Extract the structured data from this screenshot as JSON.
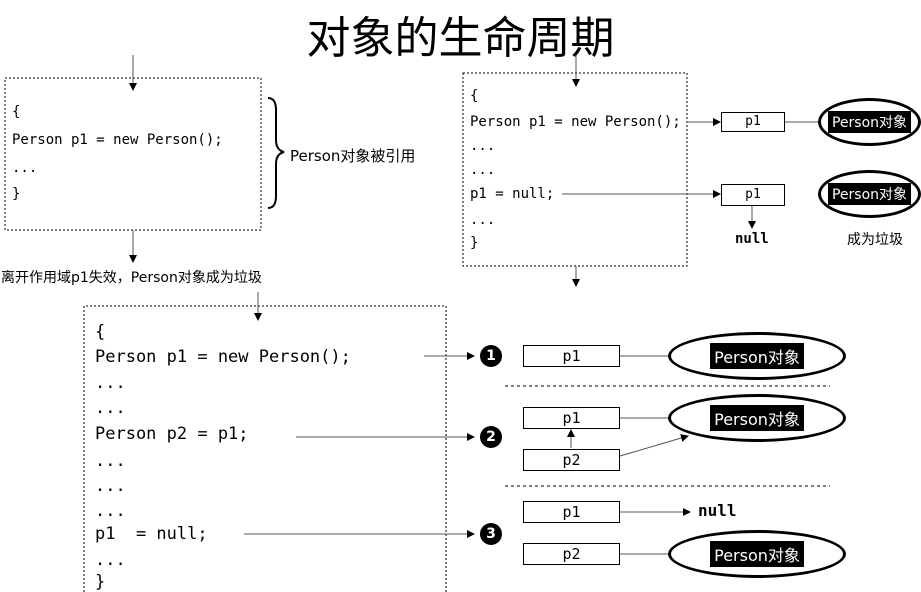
{
  "title": "对象的生命周期",
  "panel_a": {
    "code": [
      "{",
      "Person p1 = new Person();",
      "...",
      "}"
    ],
    "brace_label": "Person对象被引用",
    "scope_label": "离开作用域p1失效，Person对象成为垃圾"
  },
  "panel_b": {
    "code": [
      "{",
      "Person p1 = new Person();",
      "...",
      "...",
      "p1 = null;",
      "...",
      "}"
    ],
    "ref_label": "p1",
    "object_label": "Person对象",
    "null_label": "null",
    "garbage_label": "成为垃圾"
  },
  "panel_c": {
    "code": [
      "{",
      "Person p1 = new Person();",
      "...",
      "...",
      "Person p2 = p1;",
      "...",
      "...",
      "...",
      "p1  = null;",
      "...",
      "}"
    ],
    "steps": [
      {
        "number": "1",
        "refs": [
          "p1"
        ],
        "object": "Person对象"
      },
      {
        "number": "2",
        "refs": [
          "p1",
          "p2"
        ],
        "object": "Person对象"
      },
      {
        "number": "3",
        "refs": [
          "p1",
          "p2"
        ],
        "null": "null",
        "object": "Person对象"
      }
    ]
  }
}
